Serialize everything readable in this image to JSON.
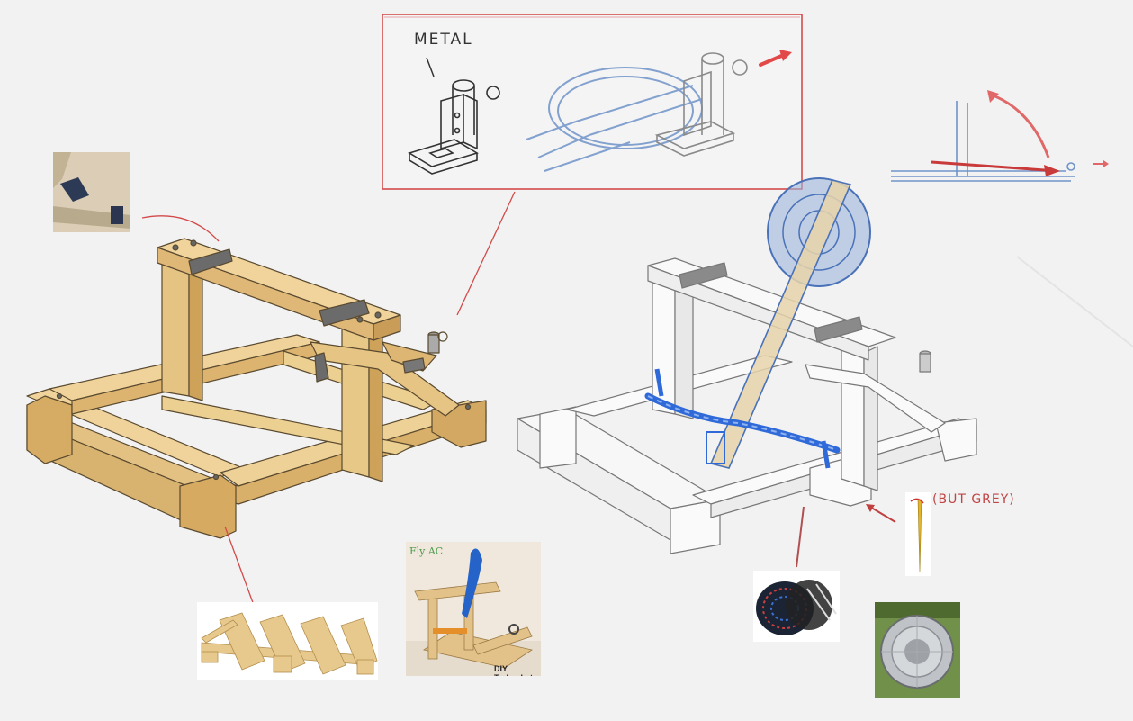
{
  "inset": {
    "metal_label": "METAL"
  },
  "annotations": {
    "but_grey": "(BUT GREY)"
  },
  "photos": {
    "toy_catapult_caption_top": "Fly AC",
    "toy_catapult_caption_bottom": "DIY Trebuchet"
  },
  "colors": {
    "wood": "#e8c88a",
    "wood_dark": "#c59a55",
    "sketch_blue": "#4a78c0",
    "annotation_red": "#d64545",
    "tape": "#6a6a6a",
    "background": "#f2f2f2"
  }
}
